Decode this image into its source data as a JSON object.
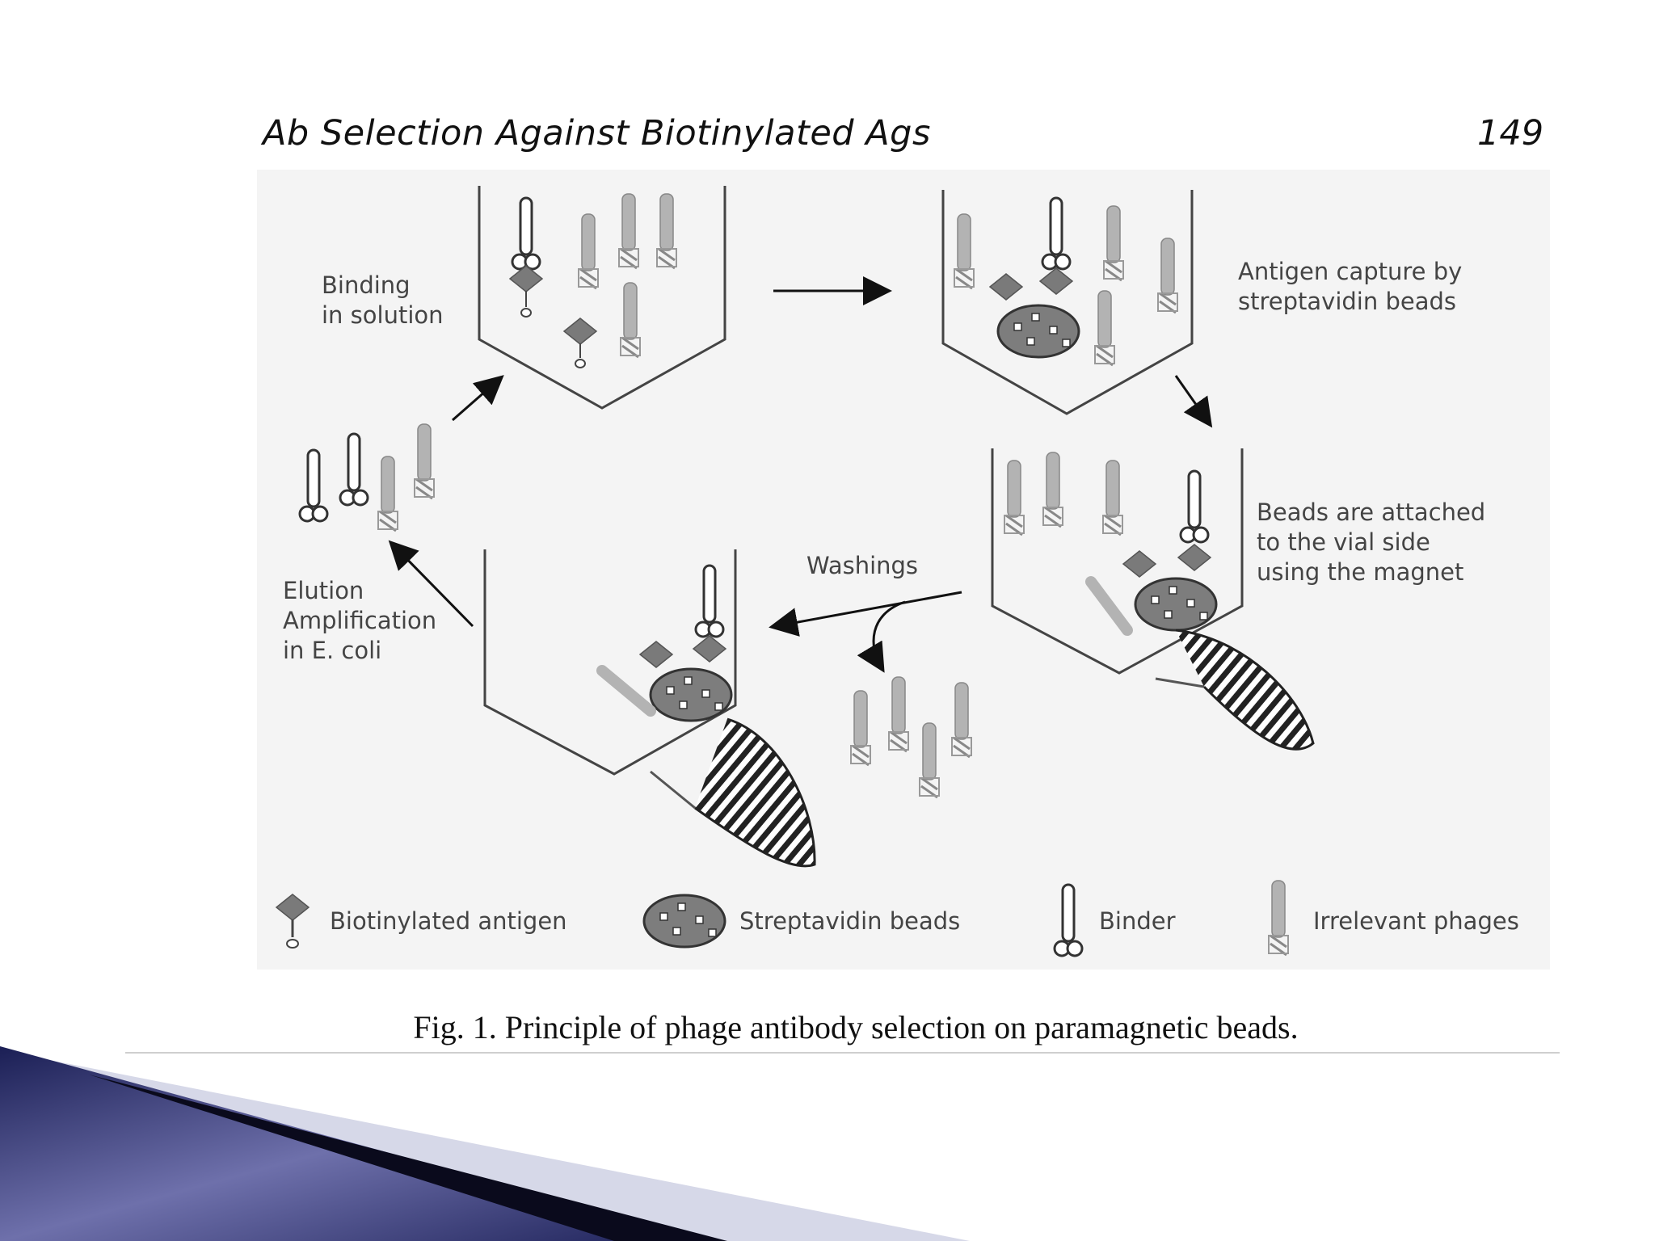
{
  "header": {
    "title": "Ab Selection Against Biotinylated Ags",
    "page_number": "149"
  },
  "figure": {
    "step_binding": [
      "Binding",
      "in solution"
    ],
    "step_capture": [
      "Antigen capture by",
      "streptavidin beads"
    ],
    "step_magnet": [
      "Beads are attached",
      "to the vial side",
      "using the magnet"
    ],
    "step_washings": "Washings",
    "step_elution": [
      "Elution",
      "Amplification",
      "in E. coli"
    ],
    "legend": {
      "antigen": "Biotinylated antigen",
      "beads": "Streptavidin beads",
      "binder": "Binder",
      "irrelevant": "Irrelevant phages"
    }
  },
  "caption": "Fig. 1. Principle of phage antibody selection on paramagnetic beads.",
  "colors": {
    "deco_navy": "#1d2158",
    "deco_light": "#c9cbe0",
    "phage_gray": "#b3b3b3"
  }
}
